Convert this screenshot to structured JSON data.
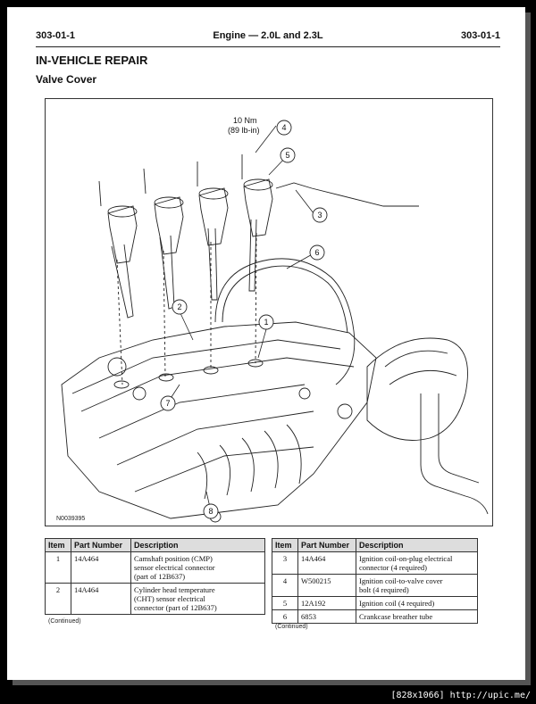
{
  "header": {
    "left": "303-01-1",
    "center": "Engine — 2.0L and 2.3L",
    "right": "303-01-1"
  },
  "section_title": "IN-VEHICLE REPAIR",
  "subsection_title": "Valve Cover",
  "figure": {
    "code": "N0039395",
    "torque_line1": "10 Nm",
    "torque_line2": "(89 lb-in)",
    "callouts": [
      "1",
      "2",
      "3",
      "4",
      "5",
      "6",
      "7",
      "8"
    ]
  },
  "table_left": {
    "headers": [
      "Item",
      "Part Number",
      "Description"
    ],
    "rows": [
      {
        "item": "1",
        "part": "14A464",
        "desc_lines": [
          "Camshaft position (CMP)",
          "sensor electrical connector",
          "(part of 12B637)"
        ]
      },
      {
        "item": "2",
        "part": "14A464",
        "desc_lines": [
          "Cylinder head temperature",
          "(CHT) sensor electrical",
          "connector (part of 12B637)"
        ]
      }
    ],
    "continued": "(Continued)"
  },
  "table_right": {
    "headers": [
      "Item",
      "Part Number",
      "Description"
    ],
    "rows": [
      {
        "item": "3",
        "part": "14A464",
        "desc_lines": [
          "Ignition coil-on-plug electrical",
          "connector (4 required)"
        ]
      },
      {
        "item": "4",
        "part": "W500215",
        "desc_lines": [
          "Ignition coil-to-valve cover",
          "bolt (4 required)"
        ]
      },
      {
        "item": "5",
        "part": "12A192",
        "desc_lines": [
          "Ignition coil (4 required)"
        ]
      },
      {
        "item": "6",
        "part": "6853",
        "desc_lines": [
          "Crankcase breather tube"
        ]
      }
    ],
    "continued": "(Continued)"
  },
  "footer": "[828x1066] http://upic.me/"
}
